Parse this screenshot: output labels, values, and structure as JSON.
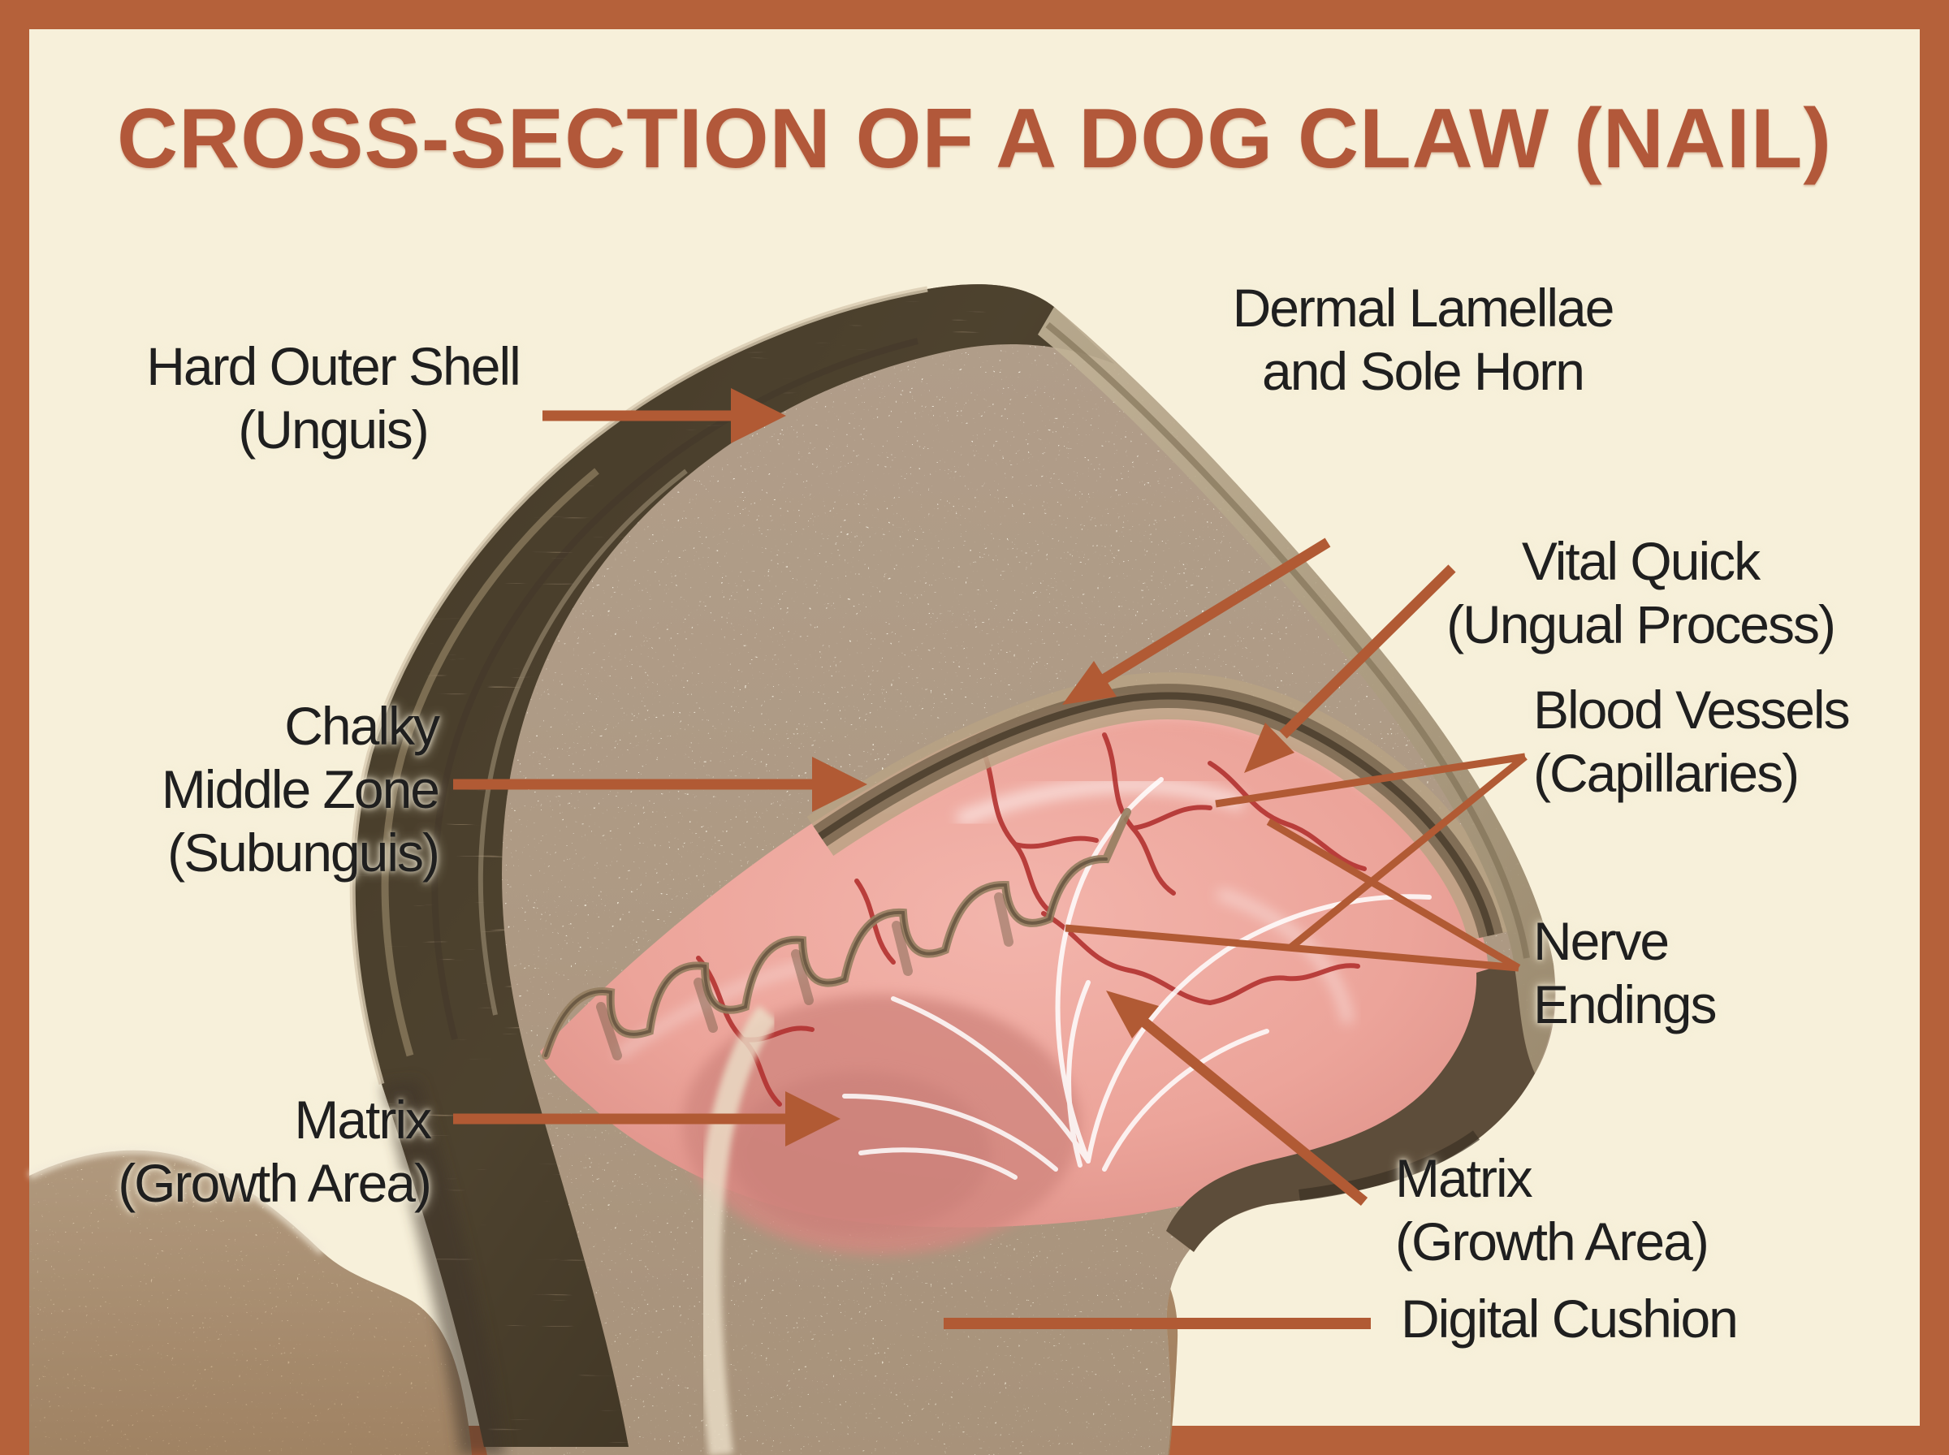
{
  "title": "CROSS-SECTION OF A DOG CLAW (NAIL)",
  "labels": {
    "hard_outer_shell": {
      "lines": [
        "Hard Outer Shell",
        "(Unguis)"
      ]
    },
    "chalky_middle_zone": {
      "lines": [
        "Chalky",
        "Middle Zone",
        "(Subunguis)"
      ]
    },
    "dermal_lamellae": {
      "lines": [
        "Dermal Lamellae",
        "and Sole Horn"
      ]
    },
    "vital_quick": {
      "lines": [
        "Vital Quick",
        "(Ungual Process)"
      ]
    },
    "blood_vessels": {
      "lines": [
        "Blood Vessels",
        "(Capillaries)"
      ]
    },
    "nerve_endings": {
      "lines": [
        "Nerve",
        "Endings"
      ]
    },
    "matrix_left": {
      "lines": [
        "Matrix",
        "(Growth Area)"
      ]
    },
    "matrix_right": {
      "lines": [
        "Matrix",
        "(Growth Area)"
      ]
    },
    "digital_cushion": {
      "lines": [
        "Digital Cushion"
      ]
    }
  },
  "colors": {
    "border": "#b5613a",
    "background": "#f7f0da",
    "title": "#b2583a",
    "label_text": "#1f1f1f",
    "connector": "#b15a34",
    "shell_dark": "#574a39",
    "shell_mid": "#8a795f",
    "shell_light": "#cabb9e",
    "chalk_white": "#ece5d6",
    "chalk_speckle": "#8a6b50",
    "quick_pink": "#eba89f",
    "quick_deep": "#d98b83",
    "capillary": "#b23230",
    "nerve_fiber": "#ffffff",
    "groove": "#6f5d47",
    "right_crust": "#b3a489",
    "hook": "#5d4d3a",
    "bone": "#d5c3a6",
    "cushion": "#c7a785"
  },
  "figure": {
    "type": "anatomical cross-section illustration of a dog claw",
    "regions": [
      "hard outer shell",
      "chalky middle zone",
      "dermal lamellae and sole horn",
      "vital quick",
      "blood vessels",
      "nerve endings",
      "matrix",
      "digital cushion",
      "bone"
    ]
  }
}
